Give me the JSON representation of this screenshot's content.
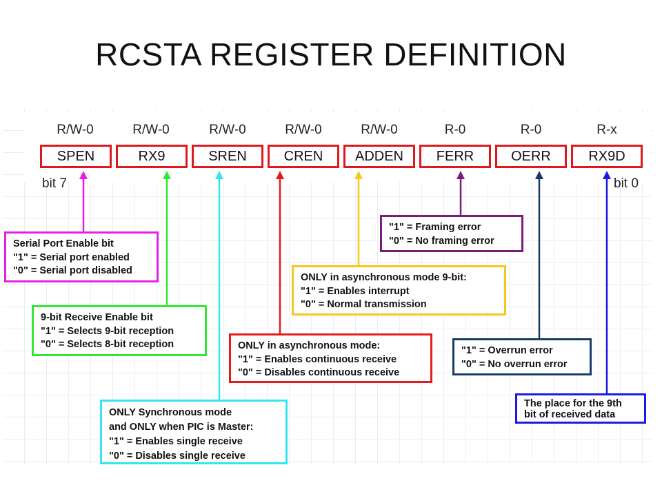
{
  "title": "RCSTA REGISTER DEFINITION",
  "register": {
    "bits": [
      {
        "name": "SPEN",
        "access": "R/W-0"
      },
      {
        "name": "RX9",
        "access": "R/W-0"
      },
      {
        "name": "SREN",
        "access": "R/W-0"
      },
      {
        "name": "CREN",
        "access": "R/W-0"
      },
      {
        "name": "ADDEN",
        "access": "R/W-0"
      },
      {
        "name": "FERR",
        "access": "R-0"
      },
      {
        "name": "OERR",
        "access": "R-0"
      },
      {
        "name": "RX9D",
        "access": "R-x"
      }
    ],
    "msb_label": "bit 7",
    "lsb_label": "bit 0"
  },
  "notes": {
    "spen": {
      "color": "#e61ee6",
      "lines": [
        "Serial Port Enable bit",
        "\"1\" = Serial port enabled",
        "\"0\" = Serial port disabled"
      ]
    },
    "rx9": {
      "color": "#33e633",
      "lines": [
        "9-bit Receive Enable bit",
        "\"1\" = Selects 9-bit reception",
        "\"0\" = Selects 8-bit reception"
      ]
    },
    "sren": {
      "color": "#33e6f0",
      "lines": [
        "ONLY Synchronous mode",
        "and ONLY when PIC is Master:",
        "\"1\" = Enables single receive",
        "\"0\" = Disables single receive"
      ]
    },
    "cren": {
      "color": "#e61a1a",
      "lines": [
        "ONLY in asynchronous mode:",
        "\"1\" = Enables continuous receive",
        "\"0\" = Disables continuous receive"
      ]
    },
    "adden": {
      "color": "#f5c81e",
      "lines": [
        "ONLY in asynchronous mode 9-bit:",
        "\"1\" = Enables interrupt",
        "\"0\" = Normal transmission"
      ]
    },
    "ferr": {
      "color": "#7a1a7a",
      "lines": [
        "\"1\" = Framing error",
        "\"0\" = No framing error"
      ]
    },
    "oerr": {
      "color": "#1a3a66",
      "lines": [
        "\"1\" = Overrun error",
        "\"0\" = No overrun error"
      ]
    },
    "rx9d": {
      "color": "#1a1ae6",
      "lines": [
        "The place for the 9th",
        "bit of received data"
      ]
    }
  }
}
